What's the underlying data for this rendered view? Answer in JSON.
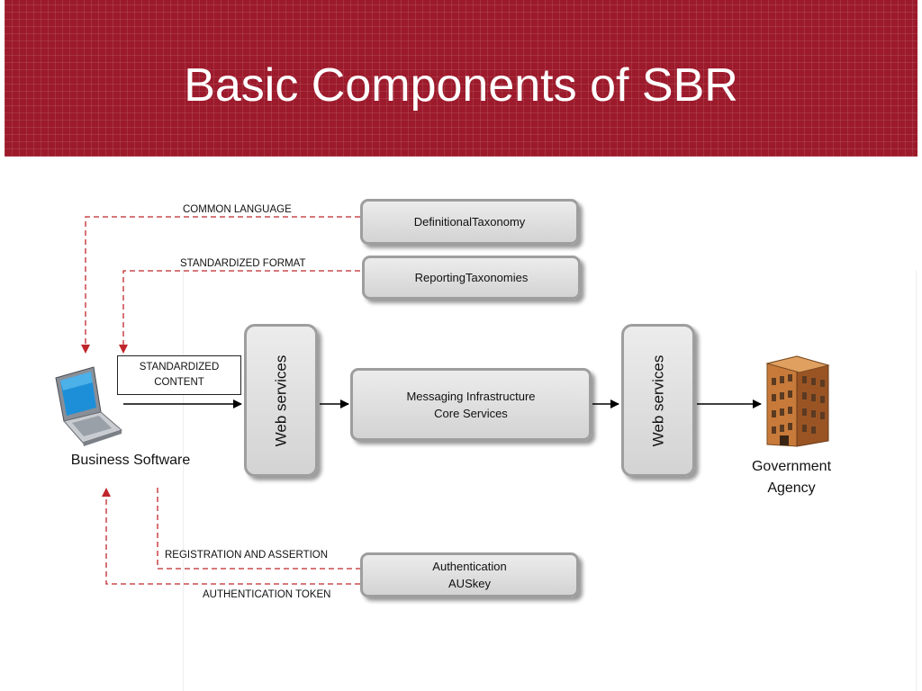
{
  "slide": {
    "title": "Basic Components of SBR"
  },
  "components": {
    "definitional_taxonomy": "DefinitionalTaxonomy",
    "reporting_taxonomies": "ReportingTaxonomies",
    "messaging_line1": "Messaging Infrastructure",
    "messaging_line2": "Core Services",
    "web_services_left": "Web services",
    "web_services_right": "Web services",
    "authentication_line1": "Authentication",
    "authentication_line2": "AUSkey"
  },
  "flow_labels": {
    "common_language": "COMMON LANGUAGE",
    "standardized_format": "STANDARDIZED FORMAT",
    "standardized_content_line1": "STANDARDIZED",
    "standardized_content_line2": "CONTENT",
    "registration_assertion": "REGISTRATION AND ASSERTION",
    "authentication_token": "AUTHENTICATION TOKEN"
  },
  "endpoints": {
    "business_software": "Business Software",
    "government_line1": "Government",
    "government_line2": "Agency"
  },
  "colors": {
    "header_red": "#9c1a2b",
    "dashed_red": "#c0262b",
    "box_border": "#9e9e9e"
  },
  "icons": {
    "laptop": "laptop-icon",
    "building": "government-building-icon"
  }
}
